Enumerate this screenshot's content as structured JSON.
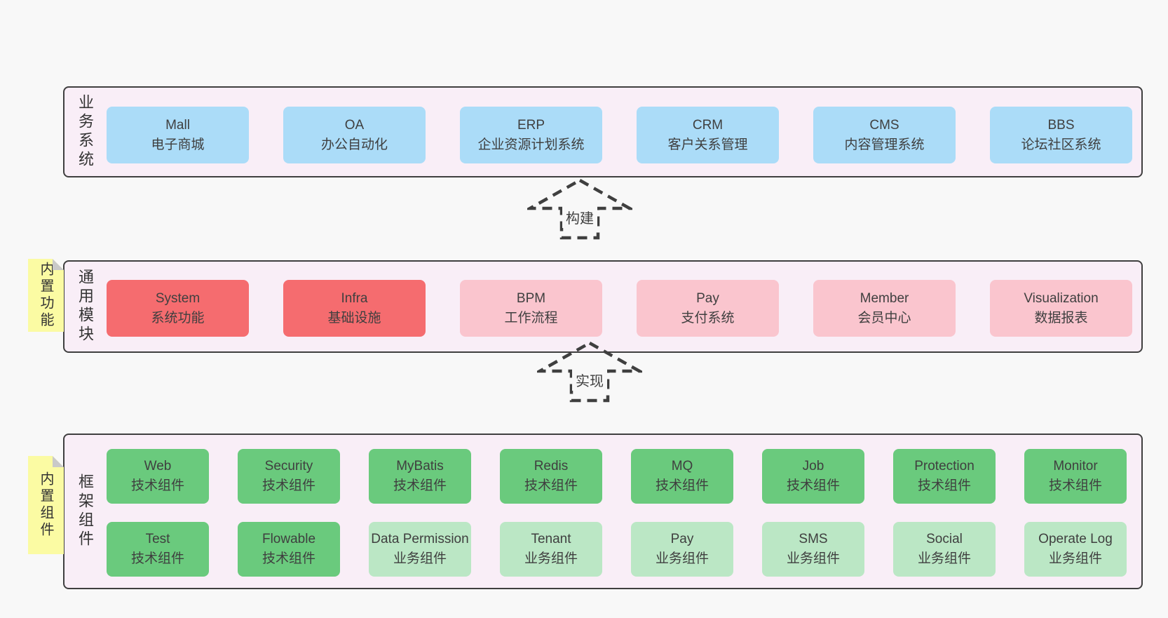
{
  "colors": {
    "page_bg": "#f8f8f8",
    "container_bg": "#f9eef7",
    "border": "#3f3f3f",
    "text": "#3f3f3f",
    "blue": "#abdcf8",
    "red": "#f56c6f",
    "pink": "#fac5ce",
    "green": "#6aca7d",
    "lightgreen": "#bbe7c5",
    "note_yellow": "#fbfba3",
    "fold_gray": "#c9c9c9"
  },
  "layers": [
    {
      "id": "business",
      "label": "业务系统",
      "rows": [
        [
          {
            "en": "Mall",
            "zh": "电子商城",
            "variant": "blue"
          },
          {
            "en": "OA",
            "zh": "办公自动化",
            "variant": "blue"
          },
          {
            "en": "ERP",
            "zh": "企业资源计划系统",
            "variant": "blue"
          },
          {
            "en": "CRM",
            "zh": "客户关系管理",
            "variant": "blue"
          },
          {
            "en": "CMS",
            "zh": "内容管理系统",
            "variant": "blue"
          },
          {
            "en": "BBS",
            "zh": "论坛社区系统",
            "variant": "blue"
          }
        ]
      ]
    },
    {
      "id": "modules",
      "label": "通用模块",
      "note": "内置功能",
      "rows": [
        [
          {
            "en": "System",
            "zh": "系统功能",
            "variant": "red"
          },
          {
            "en": "Infra",
            "zh": "基础设施",
            "variant": "red"
          },
          {
            "en": "BPM",
            "zh": "工作流程",
            "variant": "pink"
          },
          {
            "en": "Pay",
            "zh": "支付系统",
            "variant": "pink"
          },
          {
            "en": "Member",
            "zh": "会员中心",
            "variant": "pink"
          },
          {
            "en": "Visualization",
            "zh": "数据报表",
            "variant": "pink"
          }
        ]
      ]
    },
    {
      "id": "components",
      "label": "框架组件",
      "note": "内置组件",
      "rows": [
        [
          {
            "en": "Web",
            "zh": "技术组件",
            "variant": "green"
          },
          {
            "en": "Security",
            "zh": "技术组件",
            "variant": "green"
          },
          {
            "en": "MyBatis",
            "zh": "技术组件",
            "variant": "green"
          },
          {
            "en": "Redis",
            "zh": "技术组件",
            "variant": "green"
          },
          {
            "en": "MQ",
            "zh": "技术组件",
            "variant": "green"
          },
          {
            "en": "Job",
            "zh": "技术组件",
            "variant": "green"
          },
          {
            "en": "Protection",
            "zh": "技术组件",
            "variant": "green"
          },
          {
            "en": "Monitor",
            "zh": "技术组件",
            "variant": "green"
          }
        ],
        [
          {
            "en": "Test",
            "zh": "技术组件",
            "variant": "green"
          },
          {
            "en": "Flowable",
            "zh": "技术组件",
            "variant": "green"
          },
          {
            "en": "Data Permission",
            "zh": "业务组件",
            "variant": "lightgreen"
          },
          {
            "en": "Tenant",
            "zh": "业务组件",
            "variant": "lightgreen"
          },
          {
            "en": "Pay",
            "zh": "业务组件",
            "variant": "lightgreen"
          },
          {
            "en": "SMS",
            "zh": "业务组件",
            "variant": "lightgreen"
          },
          {
            "en": "Social",
            "zh": "业务组件",
            "variant": "lightgreen"
          },
          {
            "en": "Operate Log",
            "zh": "业务组件",
            "variant": "lightgreen"
          }
        ]
      ]
    }
  ],
  "arrows": [
    {
      "label": "构建"
    },
    {
      "label": "实现"
    }
  ]
}
